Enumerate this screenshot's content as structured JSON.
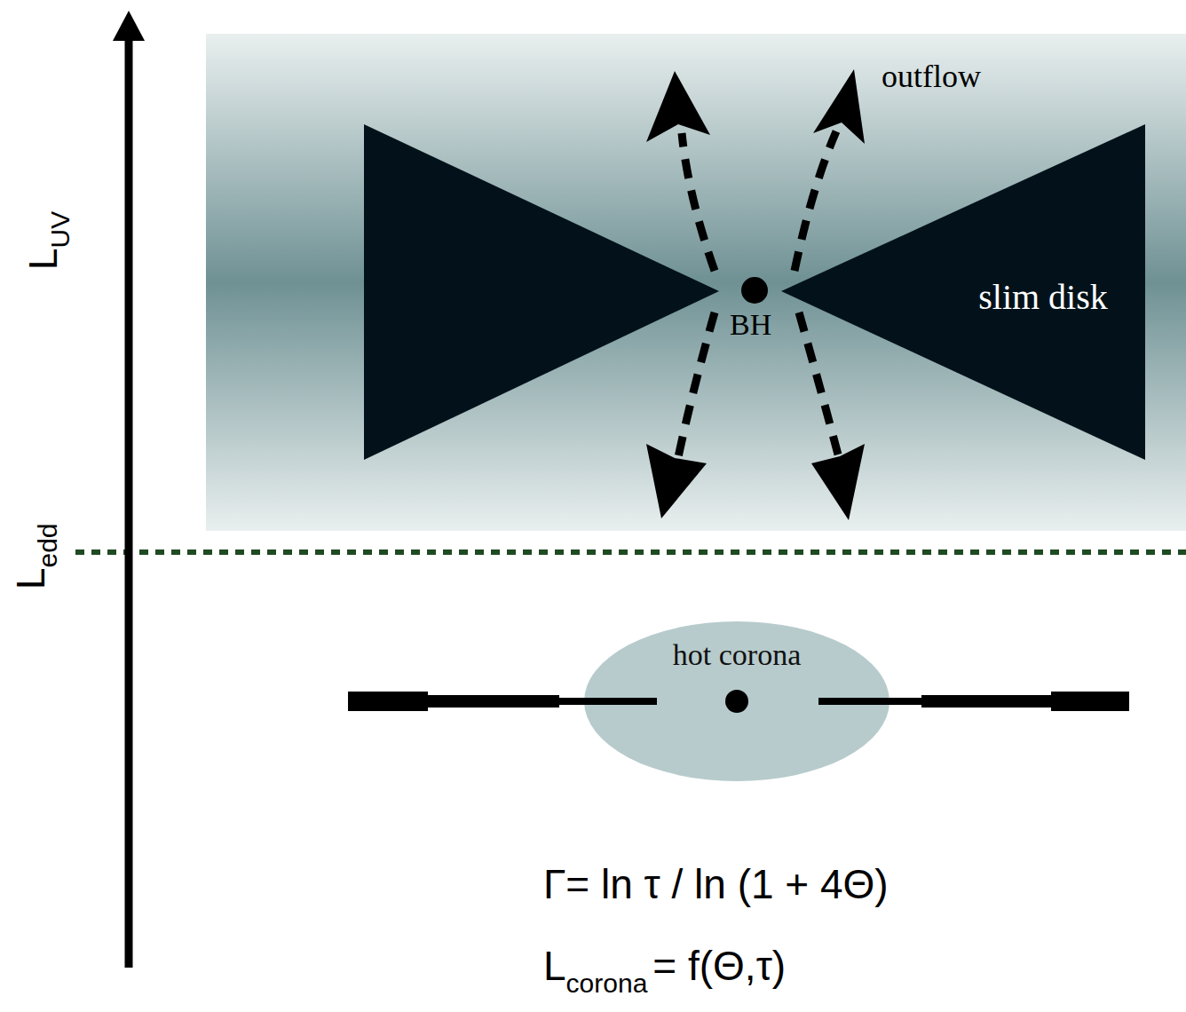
{
  "diagram": {
    "nodes": [
      {
        "text": [
          "slim disk"
        ]
      },
      {
        "text": [
          "hot corona"
        ]
      }
    ],
    "labels": [
      "L",
      "UV",
      "L",
      "edd",
      "BH",
      "outflow",
      "Γ= ln τ / ln (1 + 4Θ)",
      "L",
      "corona",
      "= f(Θ,τ)"
    ]
  }
}
